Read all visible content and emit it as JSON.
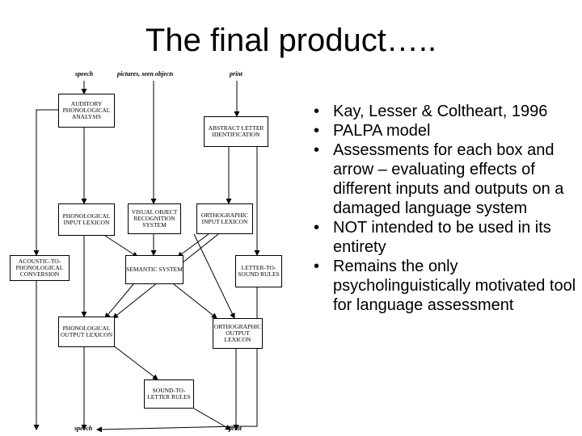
{
  "title": "The final product…..",
  "diagram": {
    "inputs": {
      "speech": "speech",
      "pictures": "pictures, seen objects",
      "print": "print"
    },
    "outputs": {
      "speech": "speech",
      "print": "print"
    },
    "boxes": {
      "auditory": "AUDITORY PHONOLOGICAL ANALYSIS",
      "abstract_letter": "ABSTRACT LETTER IDENTIFICATION",
      "phon_input": "PHONOLOGICAL INPUT LEXICON",
      "visual_object": "VISUAL OBJECT RECOGNITION SYSTEM",
      "orth_input": "ORTHOGRAPHIC INPUT LEXICON",
      "acoustic": "ACOUSTIC-TO-PHONOLOGICAL CONVERSION",
      "semantic": "SEMANTIC SYSTEM",
      "letter_to_sound": "LETTER-TO-SOUND RULES",
      "phon_output": "PHONOLOGICAL OUTPUT LEXICON",
      "orth_output": "ORTHOGRAPHIC OUTPUT LEXICON",
      "sound_to_letter": "SOUND-TO-LETTER RULES"
    }
  },
  "bullets": [
    "Kay, Lesser & Coltheart, 1996",
    "PALPA model",
    "Assessments for each box and arrow – evaluating effects of different inputs and outputs on a damaged language system",
    "NOT intended to be used in its entirety",
    "Remains the only psycholinguistically motivated tool for language assessment"
  ]
}
